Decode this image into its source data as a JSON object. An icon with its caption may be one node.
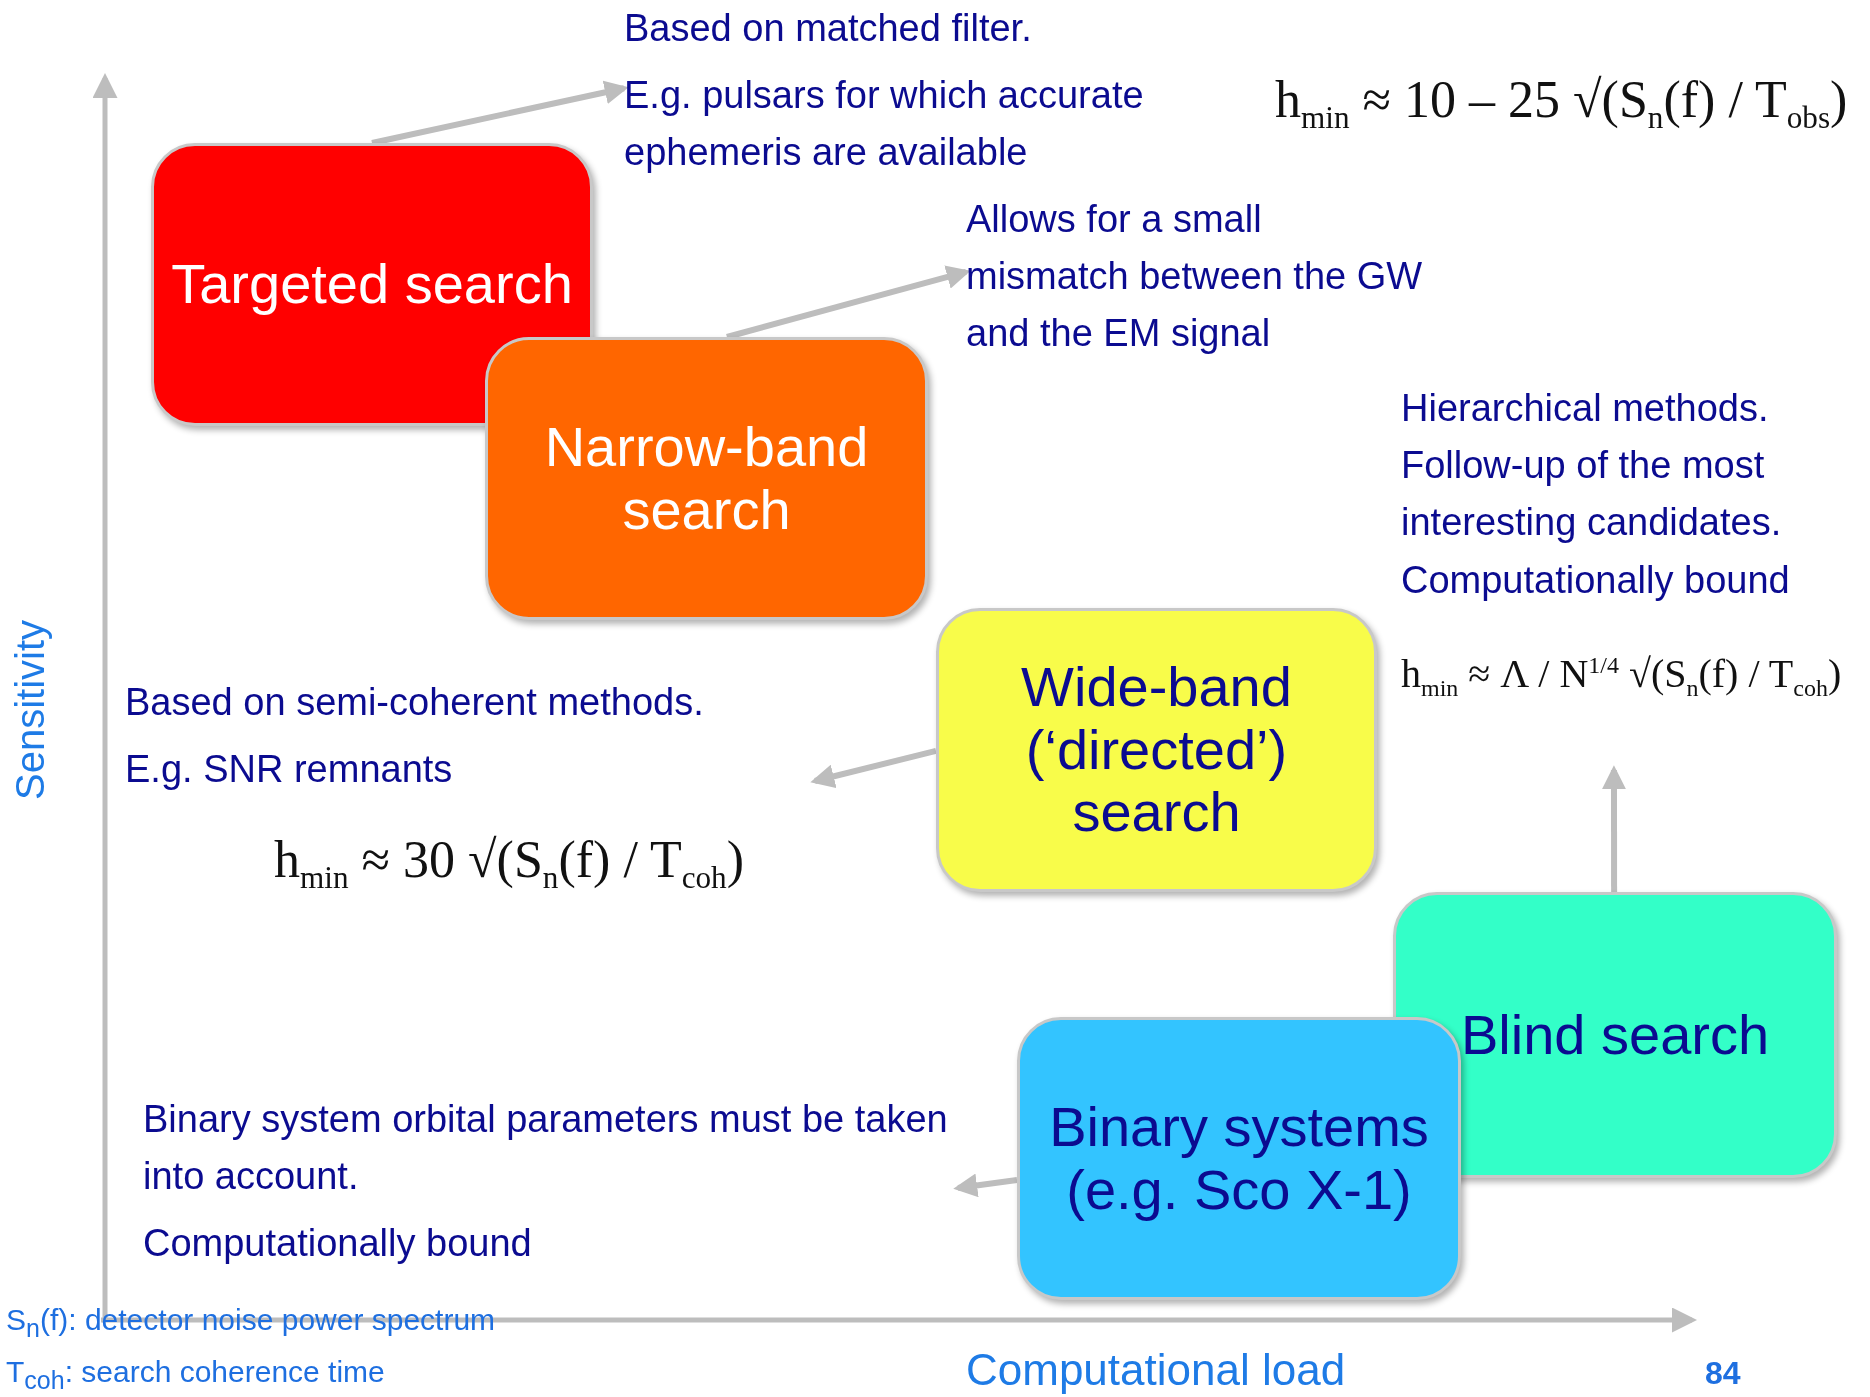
{
  "diagram": {
    "nodes": [
      {
        "text": [
          "Targeted search"
        ]
      },
      {
        "text": [
          "Based on matched filter.",
          "E.g. pulsars for which accurate ephemeris are available"
        ]
      },
      {
        "text": [
          "Narrow-band search"
        ]
      },
      {
        "text": [
          "Allows for a small mismatch between the GW and the EM signal"
        ]
      },
      {
        "text": [
          "Wide-band (‘directed’) search"
        ]
      },
      {
        "text": [
          "Based on semi-coherent methods.",
          "E.g. SNR remnants"
        ]
      },
      {
        "text": [
          "Blind search"
        ]
      },
      {
        "text": [
          "h$_{min}$ ≈ Λ / N$^{1/4}$ √(S$_{n}$(f) / T$_{coh}$)"
        ]
      },
      {
        "text": [
          "Binary systems (e.g. Sco X-1)"
        ]
      },
      {
        "text": [
          "Binary system orbital parameters must be taken into account.",
          "Computationally bound"
        ]
      }
    ],
    "edges": [
      {
        "from": 0,
        "to": 1,
        "arrow": "to"
      },
      {
        "from": 2,
        "to": 3,
        "arrow": "to"
      },
      {
        "from": 4,
        "to": 5,
        "arrow": "to"
      },
      {
        "from": 6,
        "to": 7,
        "arrow": "to"
      },
      {
        "from": 8,
        "to": 9,
        "arrow": "to"
      }
    ],
    "labels": [
      "h$_{min}$ ≈ 10 – 25 √(S$_{n}$(f) / T$_{obs}$)",
      "Hierarchical methods.",
      "Follow-up of the most interesting candidates.",
      "Computationally bound",
      "h$_{min}$ ≈ 30 √(S$_{n}$(f) / T$_{coh}$)",
      "Sensitivity",
      "Computational load",
      "S$_{n}$(f): detector noise power spectrum",
      "T$_{coh}$: search coherence time",
      "84"
    ]
  }
}
